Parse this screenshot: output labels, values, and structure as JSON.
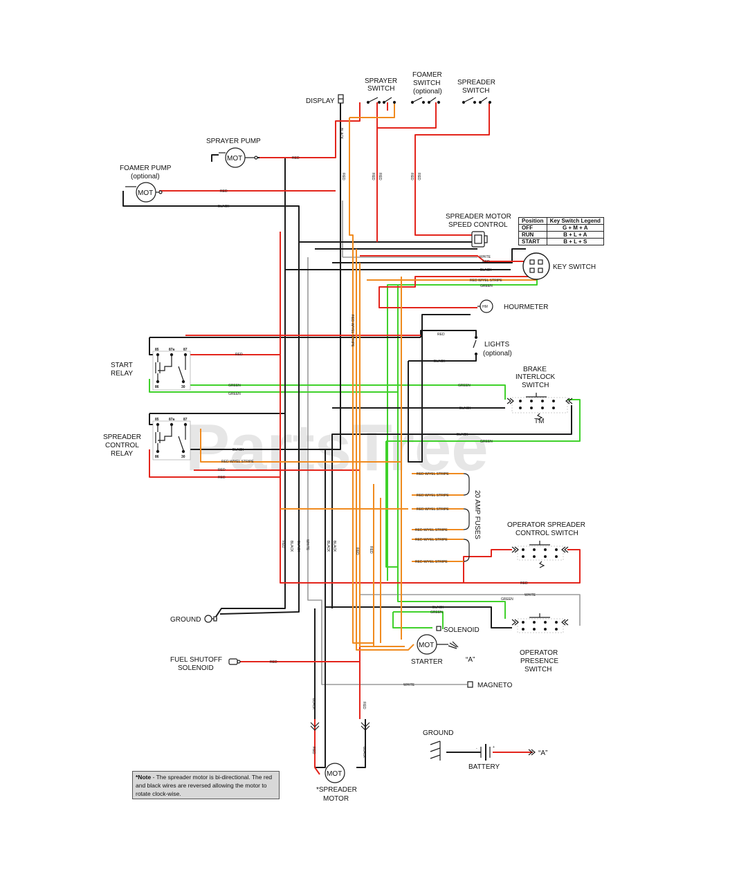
{
  "watermark": {
    "text": "PartsTree",
    "tm": "TM"
  },
  "components": {
    "display": "DISPLAY",
    "sprayer_switch": [
      "SPRAYER",
      "SWITCH"
    ],
    "foamer_switch": [
      "FOAMER",
      "SWITCH",
      "(optional)"
    ],
    "spreader_switch": [
      "SPREADER",
      "SWITCH"
    ],
    "sprayer_pump": "SPRAYER PUMP",
    "foamer_pump": [
      "FOAMER PUMP",
      "(optional)"
    ],
    "spreader_motor_speed_control": [
      "SPREADER MOTOR",
      "SPEED CONTROL"
    ],
    "key_switch": "KEY SWITCH",
    "hourmeter": "HOURMETER",
    "lights": [
      "LIGHTS",
      "(optional)"
    ],
    "brake_interlock_switch": [
      "BRAKE",
      "INTERLOCK",
      "SWITCH"
    ],
    "start_relay": [
      "START",
      "RELAY"
    ],
    "spreader_control_relay": [
      "SPREADER",
      "CONTROL",
      "RELAY"
    ],
    "fuses": "20 AMP FUSES",
    "operator_spreader_control_switch": [
      "OPERATOR SPREADER",
      "CONTROL SWITCH"
    ],
    "ground_left": "GROUND",
    "solenoid": "SOLENOID",
    "starter": "STARTER",
    "starter_ref": "“A”",
    "operator_presence_switch": [
      "OPERATOR",
      "PRESENCE",
      "SWITCH"
    ],
    "fuel_shutoff_solenoid": [
      "FUEL SHUTOFF",
      "SOLENOID"
    ],
    "magneto": "MAGNETO",
    "ground_battery": "GROUND",
    "battery": "BATTERY",
    "battery_ref": "“A”",
    "spreader_motor": [
      "*SPREADER",
      "MOTOR"
    ],
    "mot": "MOT",
    "hm": "HM",
    "battery_minus": "-",
    "battery_plus": "+"
  },
  "relay_pins": {
    "p85": "85",
    "p87a": "87a",
    "p87": "87",
    "p86": "86",
    "p30": "30"
  },
  "key_switch_legend": {
    "headers": [
      "Position",
      "Key Switch Legend"
    ],
    "rows": [
      {
        "position": "OFF",
        "circuit": "G + M + A"
      },
      {
        "position": "RUN",
        "circuit": "B + L + A"
      },
      {
        "position": "START",
        "circuit": "B + L + S"
      }
    ]
  },
  "wire_labels": {
    "red": "RED",
    "black": "BLACK",
    "white": "WHITE",
    "green": "GREEN",
    "red_yel": "RED W/YEL STRIPE"
  },
  "note": {
    "bold": "*Note",
    "text": " - The spreader motor is bi-directional. The red and black wires are reversed allowing the motor to rotate clock-wise."
  },
  "colors": {
    "red": "#e3241b",
    "black": "#1a1a1a",
    "green": "#3fd12a",
    "orange": "#f08a1e",
    "white_wire": "#9a9a9a"
  }
}
